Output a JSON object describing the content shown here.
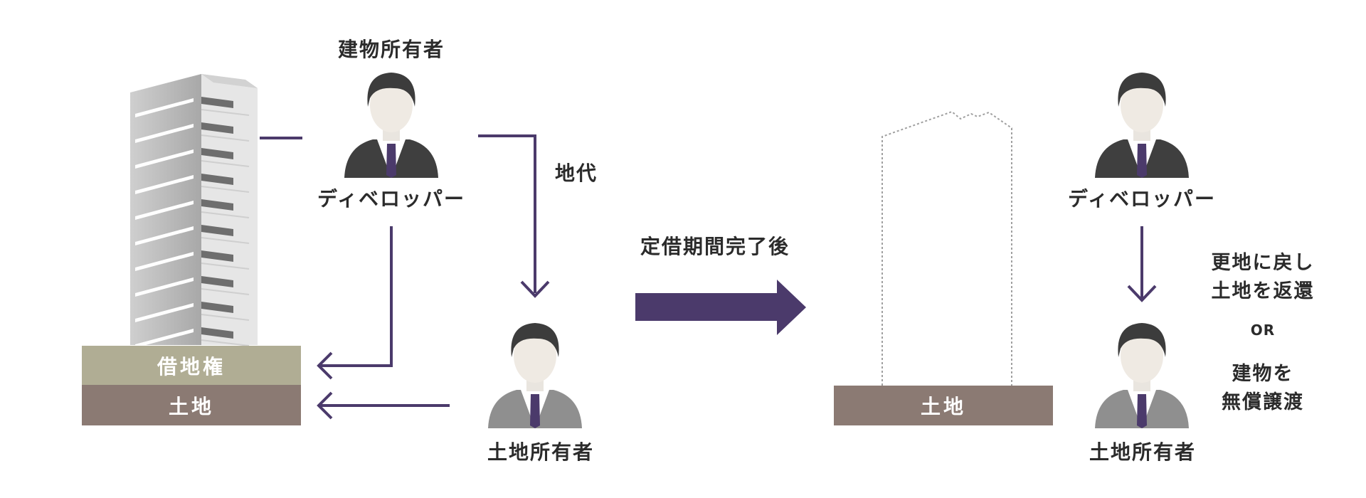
{
  "left": {
    "building_owner_label": "建物所有者",
    "developer_label": "ディベロッパー",
    "land_rent_label": "地代",
    "land_owner_label": "土地所有者",
    "leasehold_band": "借地権",
    "land_band": "土地"
  },
  "transition": {
    "label": "定借期間完了後"
  },
  "right": {
    "land_band": "土地",
    "developer_label": "ディベロッパー",
    "land_owner_label": "土地所有者",
    "option_a": [
      "更地に戻し",
      "土地を返還"
    ],
    "or_label": "OR",
    "option_b": [
      "建物を",
      "無償譲渡"
    ]
  },
  "colors": {
    "accent": "#4b3a6b",
    "leasehold": "#b0ad94",
    "land": "#8b7a73",
    "building": "#bcbcbc"
  }
}
